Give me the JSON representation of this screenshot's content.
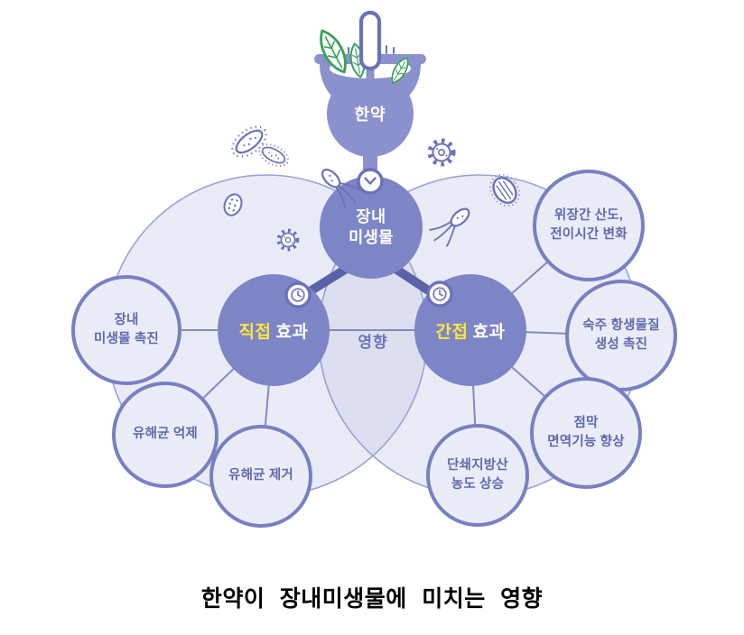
{
  "page": {
    "caption": "한약이 장내미생물에 미치는 영향"
  },
  "palette": {
    "source_fill": "#8a91cc",
    "node_fill": "#7d85c6",
    "outline_purple": "#6a72b8",
    "thick_line": "#5a62a8",
    "thin_line": "#8089c6",
    "big_circle_fill": "#e9ebf6",
    "big_circle_stroke": "#9aa2d4",
    "lens_fill": "#dcdfef",
    "satellite_fill": "#eaecf7",
    "satellite_stroke": "#7780c1",
    "satellite_text": "#5f68b0",
    "highlight_yellow": "#f8e63b",
    "leaf_green": "#37a158",
    "caption_color": "#000000"
  },
  "diagram": {
    "source": {
      "label": "한약"
    },
    "hub": {
      "label": "장내\n미생물"
    },
    "influence_label": "영향",
    "direct": {
      "highlight": "직접",
      "label": "효과"
    },
    "indirect": {
      "highlight": "간접",
      "label": "효과"
    },
    "direct_satellites": [
      "장내\n미생물 촉진",
      "유해균 억제",
      "유해균 제거"
    ],
    "indirect_satellites": [
      "위장간 산도,\n전이시간 변화",
      "숙주 항생물질\n생성 촉진",
      "점막\n면역기능 향상",
      "단쇄지방산\n농도 상승"
    ],
    "icons": [
      "mortar-and-herbs-icon",
      "pestle-icon",
      "leaf-icon",
      "down-chevron-icon",
      "clock-icon",
      "spiky-bacteria-icon",
      "virus-icon",
      "spotted-microbe-icon",
      "striped-microbe-icon",
      "flagellate-bacterium-icon"
    ]
  }
}
